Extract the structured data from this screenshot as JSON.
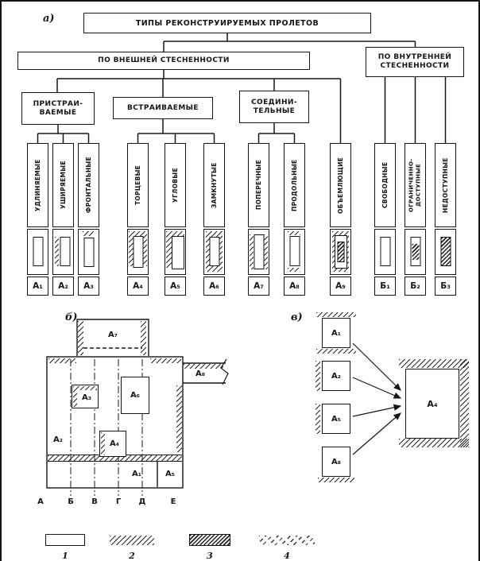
{
  "parts": {
    "a": "а)",
    "b": "б)",
    "v": "в)"
  },
  "tree": {
    "title": "ТИПЫ РЕКОНСТРУИРУЕМЫХ ПРОЛЕТОВ",
    "branches": {
      "external": "ПО ВНЕШНЕЙ СТЕСНЕННОСТИ",
      "internal": "ПО ВНУТРЕННЕЙ СТЕСНЕННОСТИ"
    },
    "groups": [
      {
        "label": "ПРИСТРАИ-ВАЕМЫЕ"
      },
      {
        "label": "ВСТРАИВАЕМЫЕ"
      },
      {
        "label": "СОЕДИНИ-ТЕЛЬНЫЕ"
      }
    ],
    "types": [
      {
        "name": "УДЛИНЯЕМЫЕ",
        "code": "А₁",
        "schematic": "plain"
      },
      {
        "name": "УШИРЯЕМЫЕ",
        "code": "А₂",
        "schematic": "side-left"
      },
      {
        "name": "ФРОНТАЛЬНЫЕ",
        "code": "А₃",
        "schematic": "end-top"
      },
      {
        "name": "ТОРЦЕВЫЕ",
        "code": "А₄",
        "schematic": "u-top"
      },
      {
        "name": "УГЛОВЫЕ",
        "code": "А₅",
        "schematic": "corner"
      },
      {
        "name": "ЗАМКНУТЫЕ",
        "code": "А₆",
        "schematic": "ring"
      },
      {
        "name": "ПОПЕРЕЧНЫЕ",
        "code": "А₇",
        "schematic": "both-sides"
      },
      {
        "name": "ПРОДОЛЬНЫЕ",
        "code": "А₈",
        "schematic": "top-bottom"
      },
      {
        "name": "ОБЪЕМЛЮЩИЕ",
        "code": "А₉",
        "schematic": "envelop"
      },
      {
        "name": "СВОБОДНЫЕ",
        "code": "Б₁",
        "schematic": "plain"
      },
      {
        "name": "ОГРАНИЧЕННО-ДОСТУПНЫЕ",
        "code": "Б₂",
        "schematic": "dense-partial"
      },
      {
        "name": "НЕДОСТУПНЫЕ",
        "code": "Б₃",
        "schematic": "dense-full"
      }
    ]
  },
  "plan": {
    "zones": {
      "a7": "А₇",
      "a8": "А₈",
      "a3": "А₃",
      "a6": "А₆",
      "a4": "А₄",
      "a2": "А₂",
      "a1": "А₁",
      "a5": "А₅"
    },
    "axes": [
      "А",
      "Б",
      "В",
      "Г",
      "Д",
      "Е"
    ]
  },
  "scheme": {
    "sources": [
      "А₁",
      "А₂",
      "А₅",
      "А₈"
    ],
    "target": "А₄"
  },
  "legend": {
    "items": [
      {
        "number": "1",
        "symbol": "outline-rect"
      },
      {
        "number": "2",
        "symbol": "light-hatch"
      },
      {
        "number": "3",
        "symbol": "dense-hatch"
      },
      {
        "number": "4",
        "symbol": "dashed-hatch"
      }
    ]
  },
  "colors": {
    "ink": "#161616",
    "paper": "#ffffff"
  }
}
